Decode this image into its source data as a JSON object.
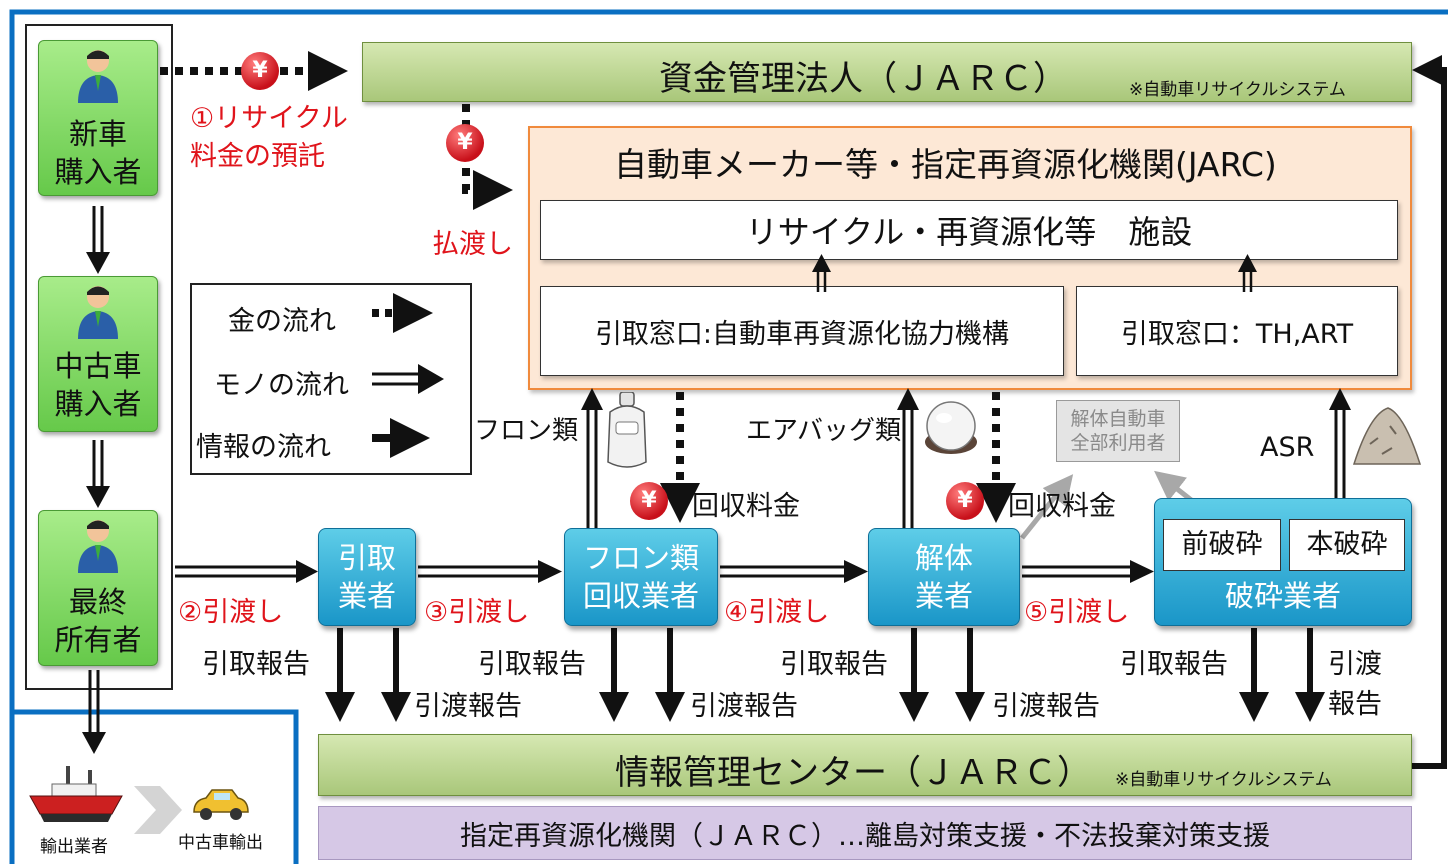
{
  "owners": {
    "new_buyer": [
      "新車",
      "購入者"
    ],
    "used_buyer": [
      "中古車",
      "購入者"
    ],
    "final_owner": [
      "最終",
      "所有者"
    ]
  },
  "fund": {
    "title": "資金管理法人（ＪＡＲＣ）",
    "note": "※自動車リサイクルシステム"
  },
  "info_center": {
    "title": "情報管理センター（ＪＡＲＣ）",
    "note": "※自動車リサイクルシステム"
  },
  "designated": {
    "text": "指定再資源化機関（ＪＡＲＣ）…離島対策支援・不法投棄対策支援"
  },
  "maker": {
    "title": "自動車メーカー等・指定再資源化機関(JARC)",
    "facility": "リサイクル・再資源化等　施設",
    "window_left": "引取窓口:自動車再資源化協力機構",
    "window_right": "引取窓口：TH,ART"
  },
  "money": {
    "deposit": [
      "①リサイクル",
      "料金の預託"
    ],
    "payment": "払渡し",
    "yen_symbol": "¥",
    "collection_fee": "回収料金"
  },
  "legend": {
    "money_flow": "金の流れ",
    "goods_flow": "モノの流れ",
    "info_flow": "情報の流れ"
  },
  "operators": {
    "pickup": [
      "引取",
      "業者"
    ],
    "freon": [
      "フロン類",
      "回収業者"
    ],
    "dismantle": [
      "解体",
      "業者"
    ],
    "shredder": "破砕業者",
    "pre_shred": "前破砕",
    "main_shred": "本破砕"
  },
  "handover": {
    "h2": "②引渡し",
    "h3": "③引渡し",
    "h4": "④引渡し",
    "h5": "⑤引渡し"
  },
  "reports": {
    "pickup_report": "引取報告",
    "delivery_report": "引渡報告",
    "delivery_report_split": [
      "引渡",
      "報告"
    ]
  },
  "materials": {
    "freon": "フロン類",
    "airbag": "エアバッグ類",
    "asr": "ASR",
    "all_users": [
      "解体自動車",
      "全部利用者"
    ]
  },
  "export": {
    "exporter": "輸出業者",
    "used_export": "中古車輸出"
  },
  "colors": {
    "frame_blue": "#0a6fc2",
    "owner_green": "#66c94a",
    "operator_blue": "#1a96c8",
    "maker_orange": "#f08a3c",
    "accent_red": "#e0141b"
  }
}
